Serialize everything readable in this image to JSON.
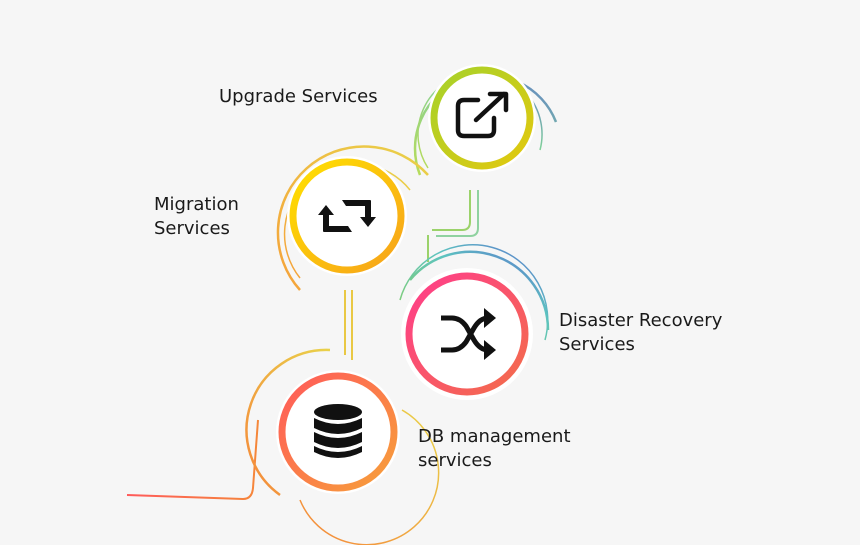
{
  "nodes": [
    {
      "id": "upgrade",
      "label_lines": [
        "Upgrade Services"
      ],
      "icon": "external-link-icon",
      "color_start": "#a6d22b",
      "color_end": "#e3c80e"
    },
    {
      "id": "migration",
      "label_lines": [
        "Migration",
        "Services"
      ],
      "icon": "retweet-icon",
      "color_start": "#ffe100",
      "color_end": "#f7a21b"
    },
    {
      "id": "disaster-recovery",
      "label_lines": [
        "Disaster Recovery",
        "Services"
      ],
      "icon": "shuffle-icon",
      "color_start": "#ff3d8b",
      "color_end": "#f36d4a"
    },
    {
      "id": "db-management",
      "label_lines": [
        "DB management",
        "services"
      ],
      "icon": "database-icon",
      "color_start": "#ff5a5a",
      "color_end": "#f7a03a"
    }
  ],
  "colors": {
    "background": "#f6f6f6",
    "icon": "#111111",
    "line_orange": "#f5873a",
    "line_yellow": "#e9c844",
    "line_green": "#9bd26a",
    "line_blue": "#5c8fcf"
  }
}
